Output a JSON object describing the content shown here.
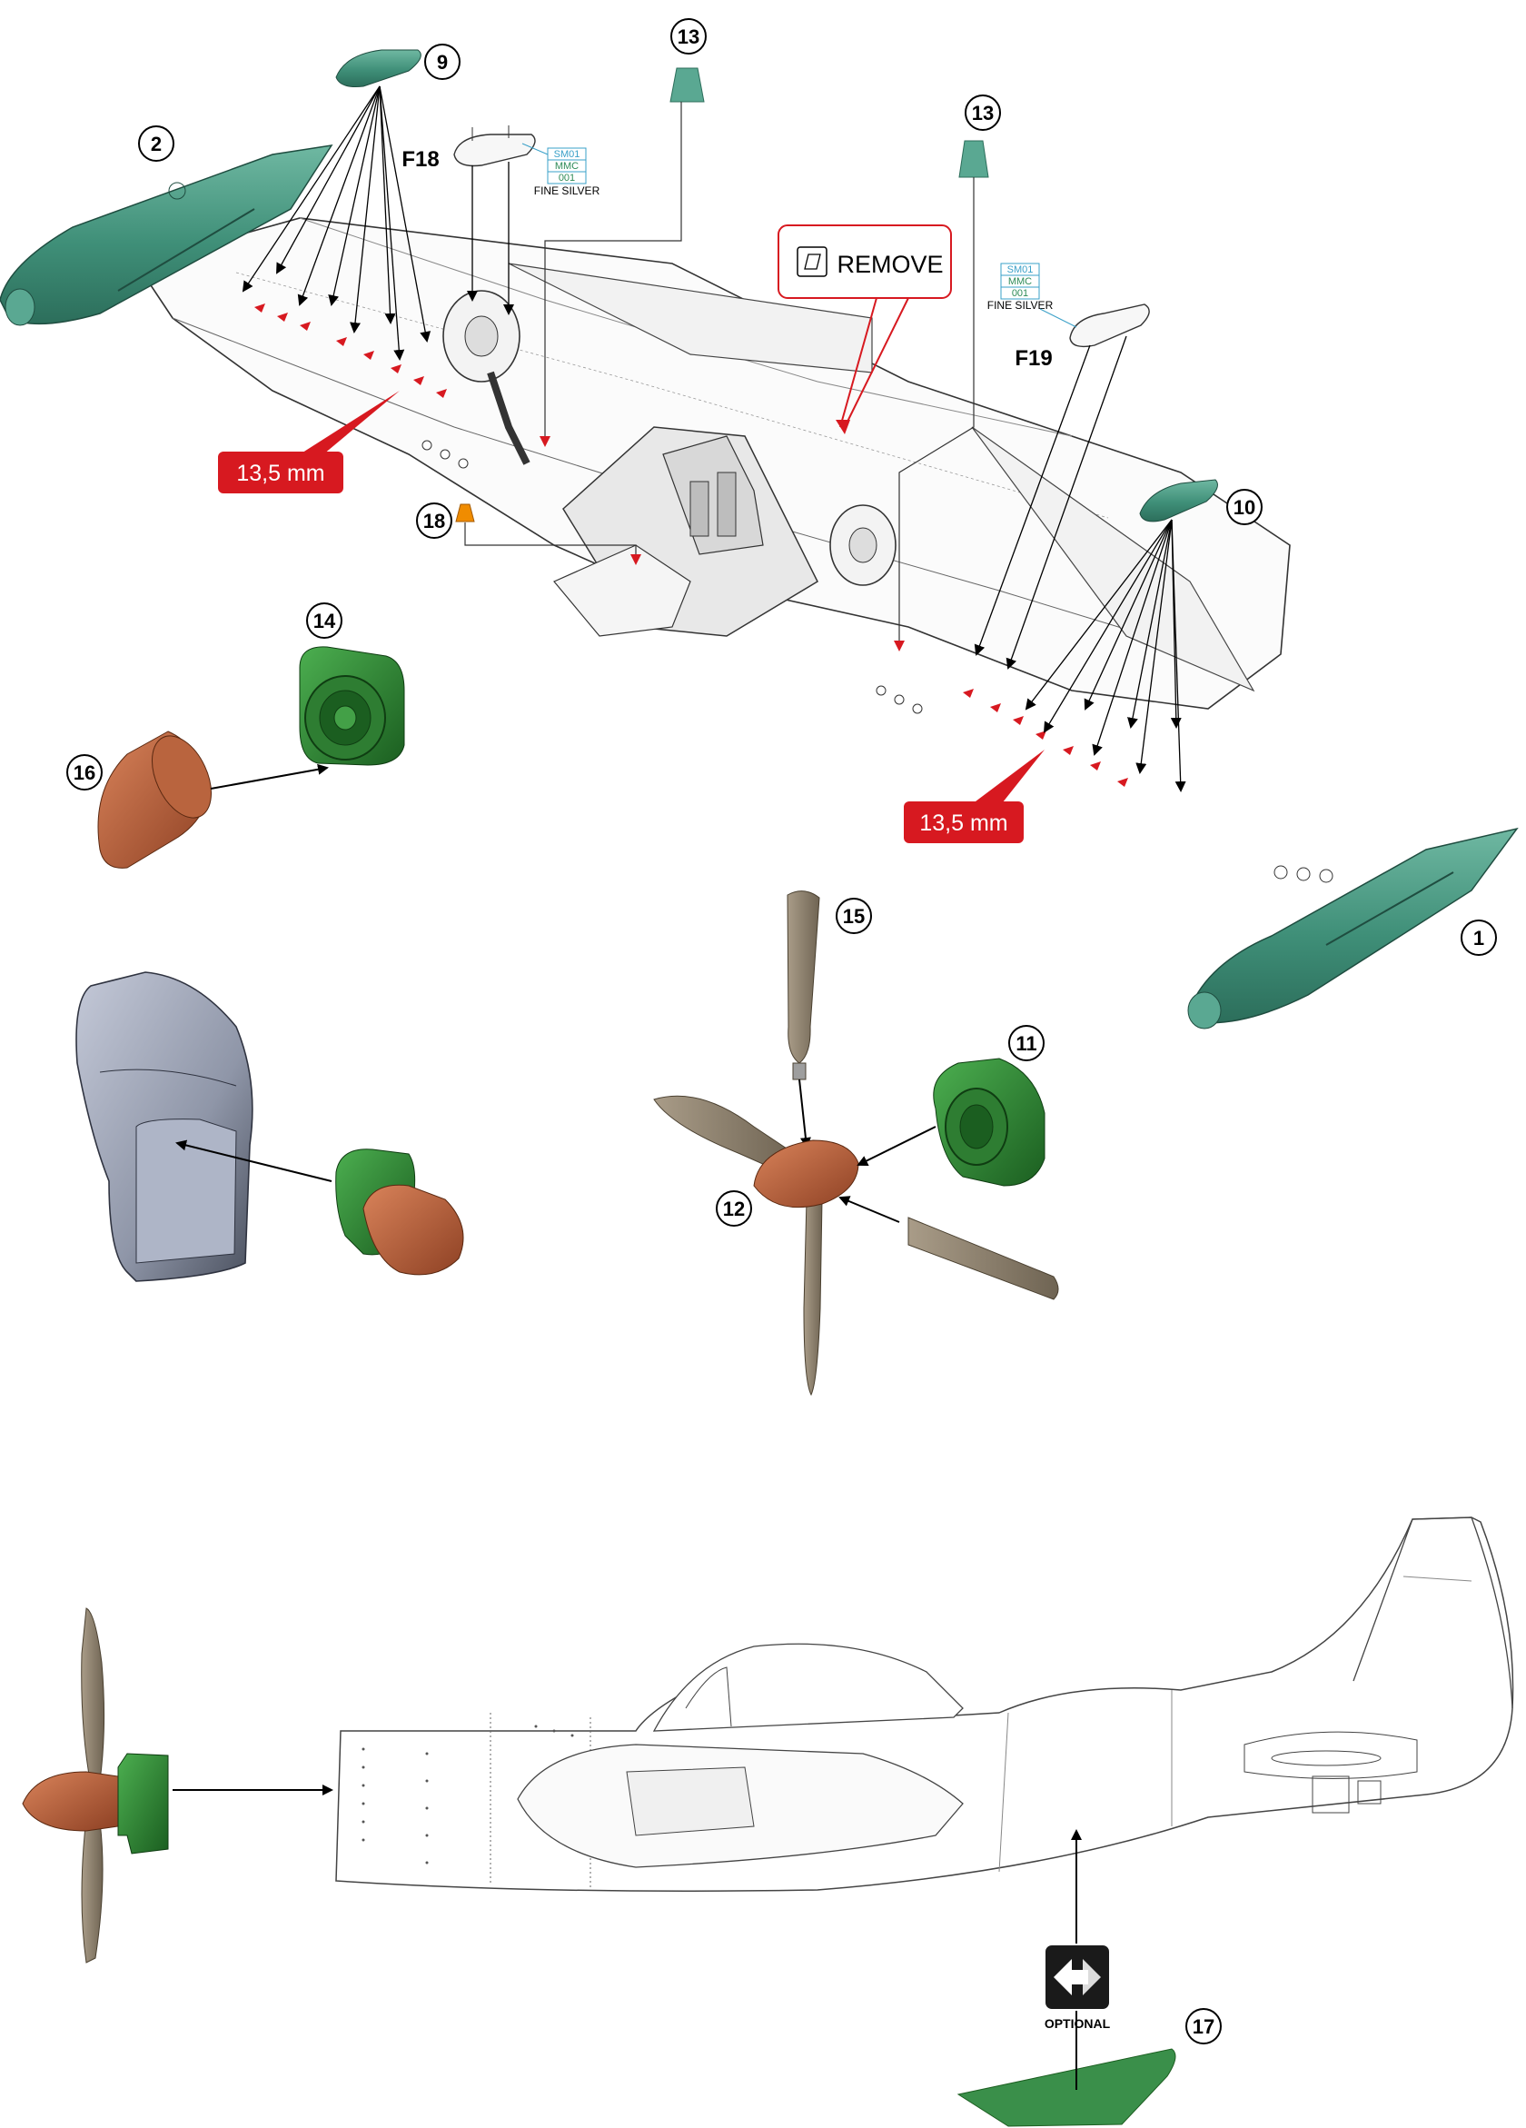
{
  "colors": {
    "part_green": "#3f8f78",
    "part_green_light": "#5aa892",
    "resin_green": "#2e7d32",
    "copper": "#a0522d",
    "prop_brown": "#8a7d6b",
    "engine_grey": "#8f96a8",
    "red_callout": "#d71920",
    "orange": "#f08c00",
    "paint_blue": "#3aa0c8",
    "paint_green": "#2e8b57"
  },
  "callouts": {
    "part_1": "1",
    "part_2": "2",
    "part_9": "9",
    "part_10": "10",
    "part_11": "11",
    "part_12": "12",
    "part_13a": "13",
    "part_13b": "13",
    "part_14": "14",
    "part_15": "15",
    "part_16": "16",
    "part_17": "17",
    "part_18": "18"
  },
  "photoetch": {
    "f18": "F18",
    "f19": "F19"
  },
  "paint_left": {
    "code1": "SM01",
    "code2": "MMC",
    "code3": "001",
    "name": "FINE SILVER"
  },
  "paint_right": {
    "code1": "SM01",
    "code2": "MMC",
    "code3": "001",
    "name": "FINE SILVER"
  },
  "remove_label": "REMOVE",
  "measure_left": "13,5 mm",
  "measure_right": "13,5 mm",
  "optional_label": "OPTIONAL",
  "icons": [
    "remove-icon",
    "optional-swap-icon"
  ]
}
